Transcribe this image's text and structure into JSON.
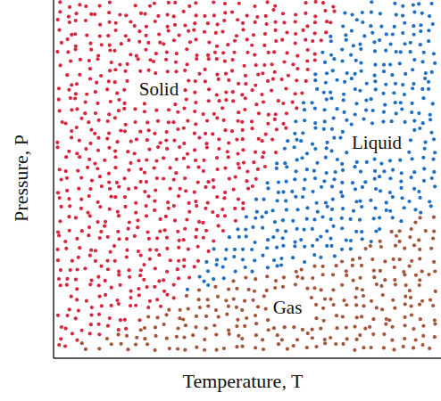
{
  "diagram": {
    "labels": [
      "Solid",
      "Liquid",
      "Gas",
      "Pressure, P",
      "Temperature, T"
    ]
  }
}
